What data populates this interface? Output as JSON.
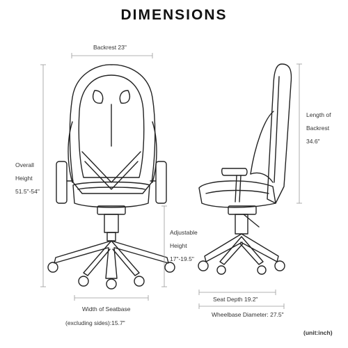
{
  "title": "DIMENSIONS",
  "labels": {
    "backrest_width": "Backrest 23\"",
    "overall_height_1": "Overall",
    "overall_height_2": "Height",
    "overall_height_3": "51.5\"-54\"",
    "adjustable_1": "Adjustable",
    "adjustable_2": "Height",
    "adjustable_3": "17\"-19.5\"",
    "seatbase_1": "Width of Seatbase",
    "seatbase_2": "(excluding sides):15.7\"",
    "backrest_length_1": "Length of",
    "backrest_length_2": "Backrest",
    "backrest_length_3": "34.6\"",
    "seat_depth": "Seat Depth 19.2\"",
    "wheelbase": "Wheelbase Diameter: 27.5\"",
    "unit": "(unit:inch)"
  },
  "colors": {
    "line": "#222222",
    "dim": "#9a9a9a",
    "text": "#333333"
  }
}
